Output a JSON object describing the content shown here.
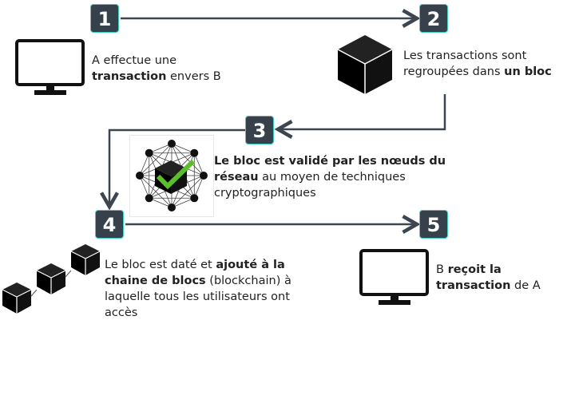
{
  "steps": [
    {
      "num": "1",
      "pre": "A effectue une",
      "bold": "transaction",
      "post": "envers B"
    },
    {
      "num": "2",
      "pre": "Les transactions sont regroupées dans",
      "bold": "un bloc",
      "post": ""
    },
    {
      "num": "3",
      "pre": "",
      "bold": "Le bloc est validé par les nœuds du réseau",
      "post": "au moyen de techniques cryptographiques"
    },
    {
      "num": "4",
      "pre": "Le bloc est daté et",
      "bold": "ajouté à la chaine de blocs",
      "post": "(blockchain) à laquelle tous les utilisateurs ont accès"
    },
    {
      "num": "5",
      "pre": "B",
      "bold": "reçoit la transaction",
      "post": "de A"
    }
  ],
  "colors": {
    "badge": "#36414b",
    "badge_border": "#3fd1c0",
    "line": "#3d4650",
    "check": "#5cbf2a"
  }
}
